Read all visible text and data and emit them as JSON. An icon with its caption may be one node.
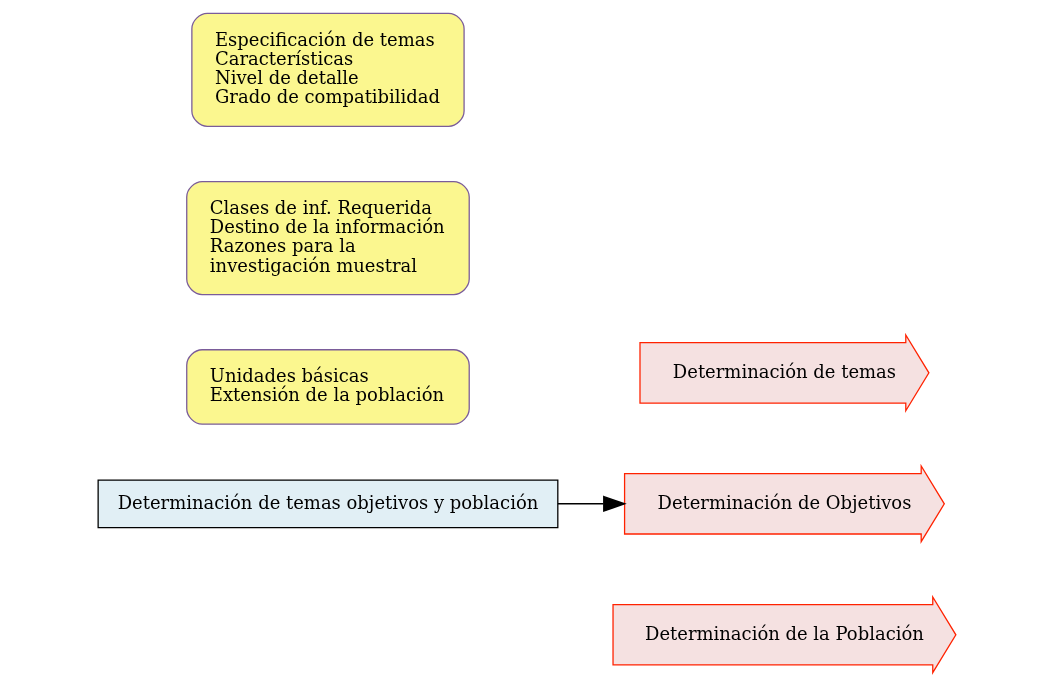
{
  "diagram": {
    "nodes": [
      {
        "text": [
          "Determinación de temas"
        ]
      },
      {
        "text": [
          "Especificación de temas",
          "Características",
          "Nivel de detalle",
          "Grado de compatibilidad"
        ]
      },
      {
        "text": [
          "Determinación de temas objetivos y población"
        ]
      },
      {
        "text": [
          "Determinación de Objetivos"
        ]
      },
      {
        "text": [
          "Clases de inf. Requerida",
          "Destino de la información",
          "Razones para la",
          "investigación muestral"
        ]
      },
      {
        "text": [
          "Determinación de la Población"
        ]
      },
      {
        "text": [
          "Unidades básicas",
          "Extensión de la población"
        ]
      }
    ],
    "edges": [
      {
        "from": 2,
        "to": 3,
        "arrow": "to"
      }
    ]
  }
}
